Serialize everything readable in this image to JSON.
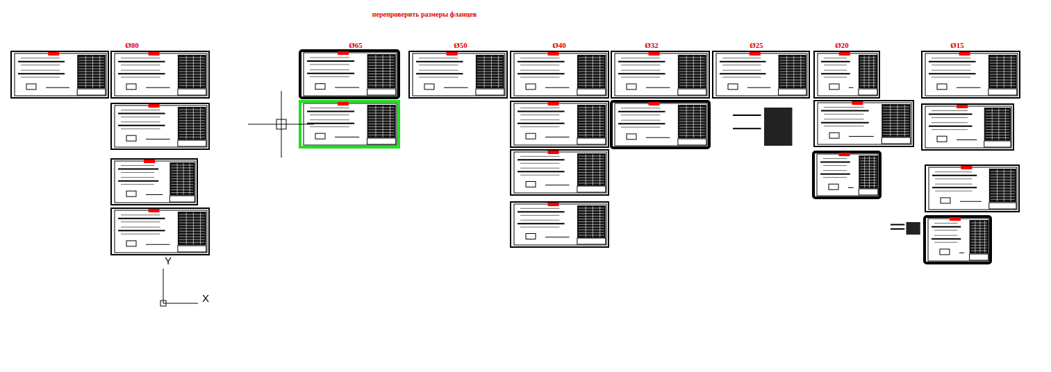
{
  "diagram": {
    "title": "перепроверить размеры фланцев",
    "labels": [
      "Ø80",
      "Ø65",
      "Ø50",
      "Ø40",
      "Ø32",
      "Ø25",
      "Ø20",
      "Ø15",
      "Y",
      "X"
    ]
  }
}
